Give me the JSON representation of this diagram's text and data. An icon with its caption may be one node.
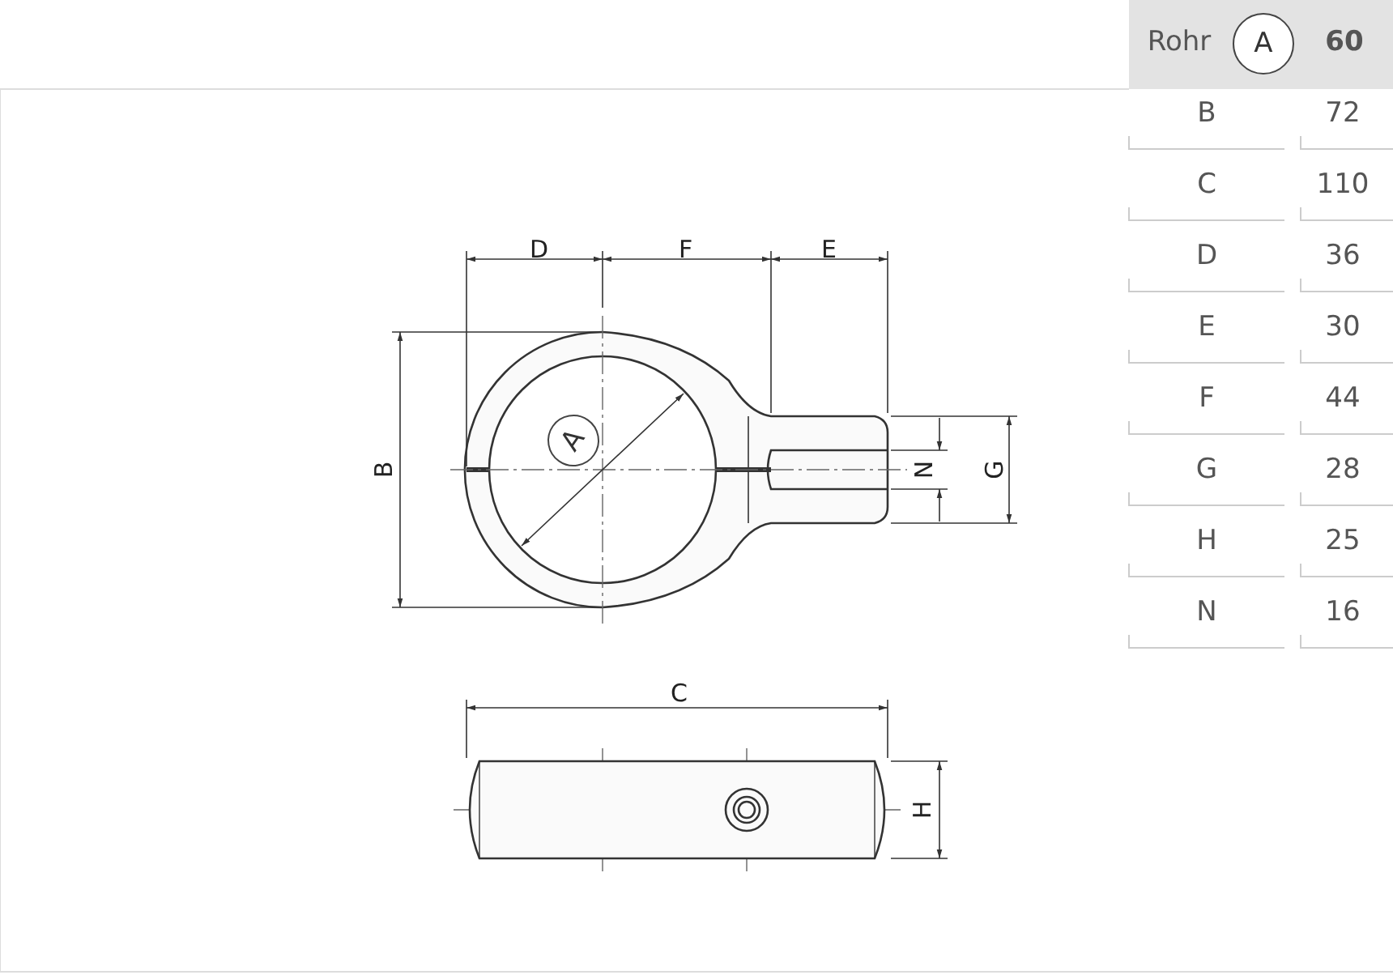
{
  "diagram": {
    "labels": [
      "Rohr",
      "A",
      "60",
      "B",
      "72",
      "C",
      "110",
      "D",
      "36",
      "E",
      "30",
      "F",
      "44",
      "G",
      "28",
      "H",
      "25",
      "N",
      "16",
      "D",
      "F",
      "E",
      "B",
      "A",
      "N",
      "G",
      "C",
      "H"
    ]
  }
}
